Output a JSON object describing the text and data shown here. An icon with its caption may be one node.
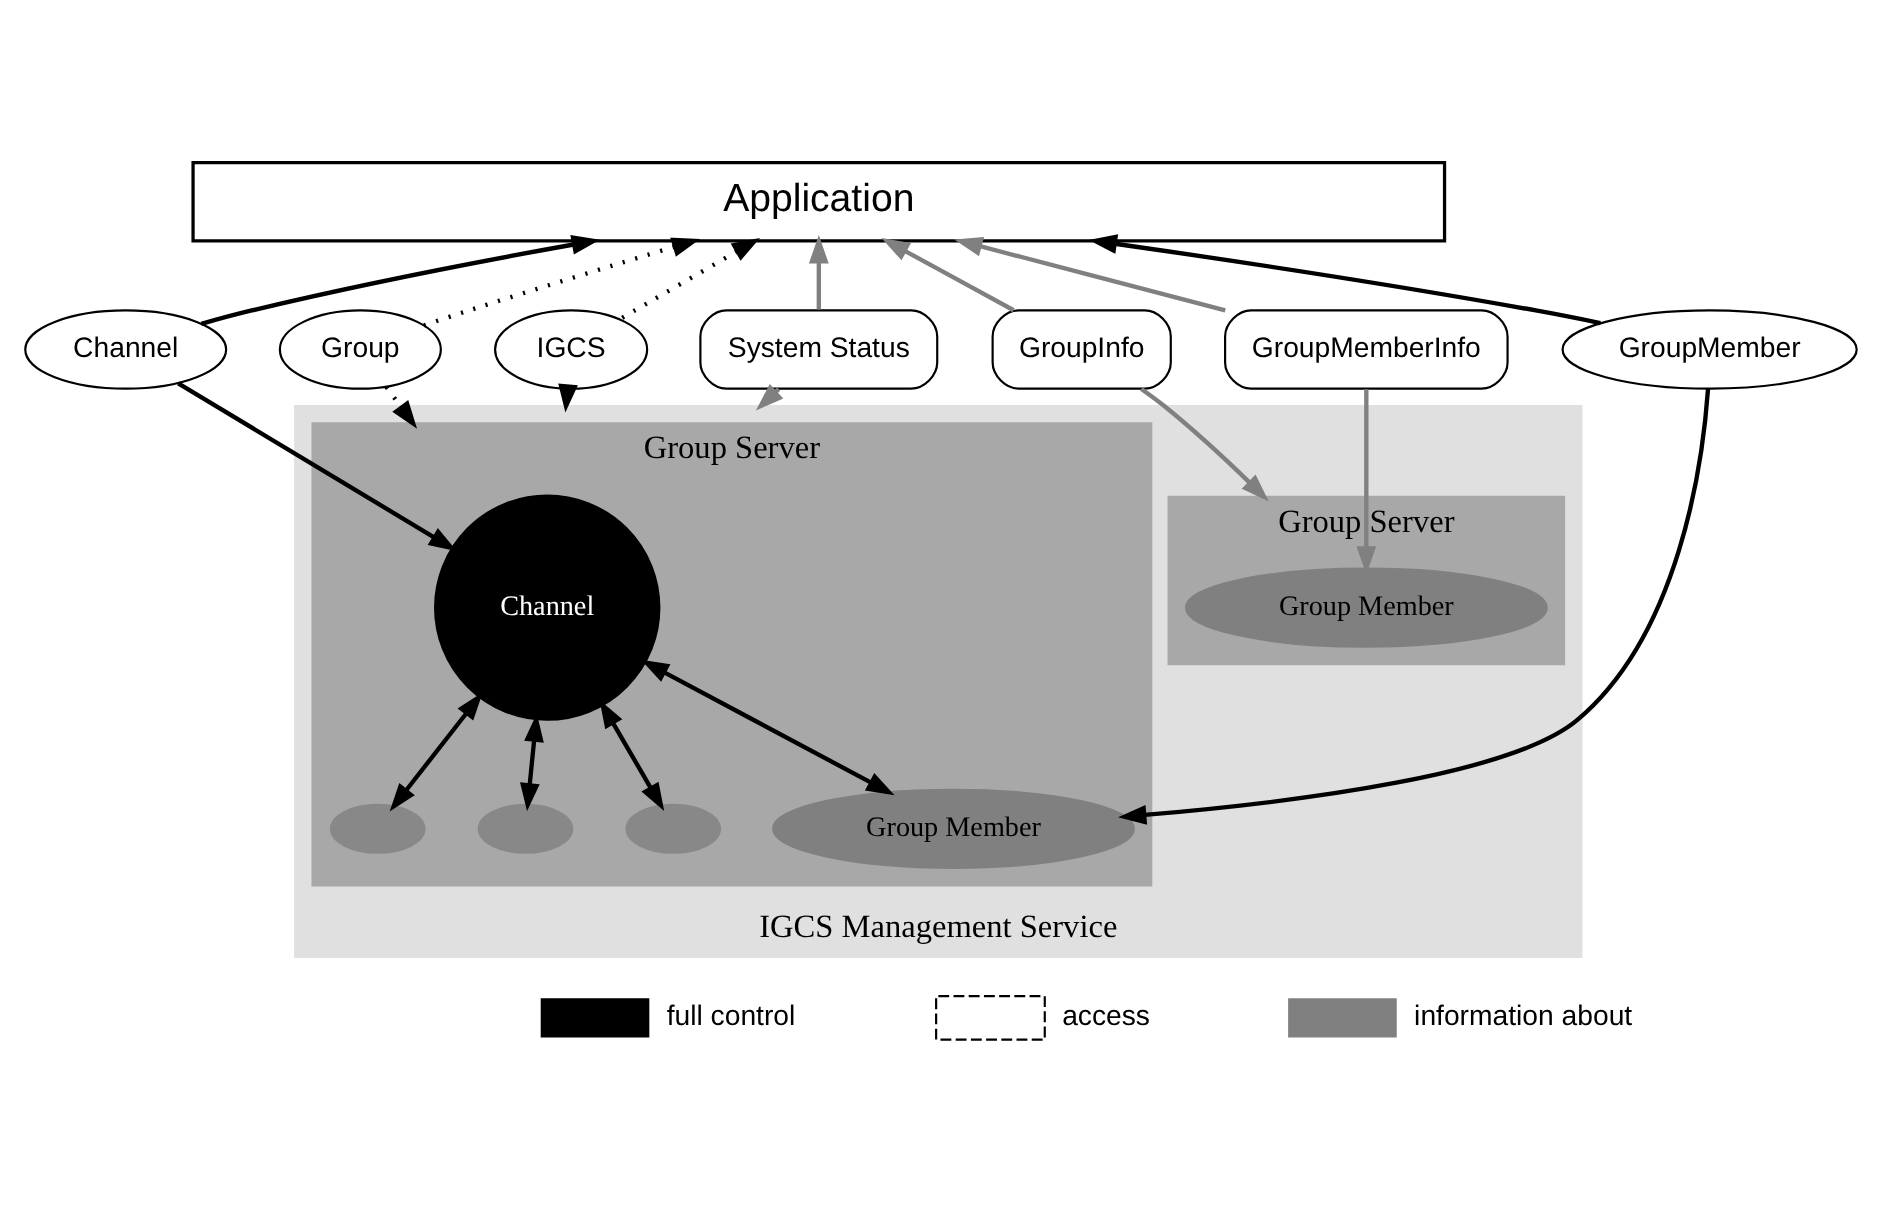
{
  "diagram": {
    "nodes": [
      {
        "text": [
          "Application"
        ]
      },
      {
        "text": [
          "Channel"
        ]
      },
      {
        "text": [
          "Group"
        ]
      },
      {
        "text": [
          "IGCS"
        ]
      },
      {
        "text": [
          "GroupMember"
        ]
      },
      {
        "text": [
          "System Status"
        ]
      },
      {
        "text": [
          "GroupInfo"
        ]
      },
      {
        "text": [
          "GroupMemberInfo"
        ]
      },
      {
        "text": [
          "IGCS Management Service"
        ]
      },
      {
        "text": [
          "Group Server"
        ],
        "in": 8
      },
      {
        "text": [
          "Channel"
        ],
        "in": 9
      },
      {
        "text": [
          "Group Member"
        ],
        "in": 9
      },
      {
        "text": [],
        "shape": "ellipse",
        "in": 9
      },
      {
        "text": [],
        "shape": "ellipse",
        "in": 9
      },
      {
        "text": [],
        "shape": "ellipse",
        "in": 9
      },
      {
        "text": [
          "Group Server"
        ],
        "in": 8
      },
      {
        "text": [
          "Group Member"
        ],
        "in": 15
      }
    ],
    "edges": [
      {
        "from": 1,
        "to": 0,
        "arrow": "to"
      },
      {
        "from": 1,
        "to": 10,
        "arrow": "to"
      },
      {
        "from": 4,
        "to": 0,
        "arrow": "to"
      },
      {
        "from": 4,
        "to": 11,
        "arrow": "to"
      },
      {
        "from": 2,
        "to": 0,
        "arrow": "to",
        "style": "dashed"
      },
      {
        "from": 2,
        "to": 9,
        "arrow": "to",
        "style": "dashed"
      },
      {
        "from": 3,
        "to": 0,
        "arrow": "to",
        "style": "dashed"
      },
      {
        "from": 3,
        "to": 8,
        "arrow": "to",
        "style": "dashed"
      },
      {
        "from": 7,
        "to": 0,
        "arrow": "to",
        "color": "#808080"
      },
      {
        "from": 7,
        "to": 16,
        "arrow": "to",
        "color": "#808080"
      },
      {
        "from": 6,
        "to": 0,
        "arrow": "to",
        "color": "#808080"
      },
      {
        "from": 6,
        "to": 15,
        "arrow": "to",
        "color": "#808080"
      },
      {
        "from": 5,
        "to": 0,
        "arrow": "to",
        "color": "#808080"
      },
      {
        "from": 5,
        "to": 8,
        "arrow": "to",
        "color": "#808080"
      },
      {
        "from": 10,
        "to": 11,
        "arrow": "both"
      },
      {
        "from": 10,
        "to": 12,
        "arrow": "both"
      },
      {
        "from": 10,
        "to": 13,
        "arrow": "both"
      },
      {
        "from": 10,
        "to": 14,
        "arrow": "both"
      }
    ],
    "legend": [
      {
        "text": "full control"
      },
      {
        "text": "access"
      },
      {
        "text": "information about"
      }
    ]
  }
}
